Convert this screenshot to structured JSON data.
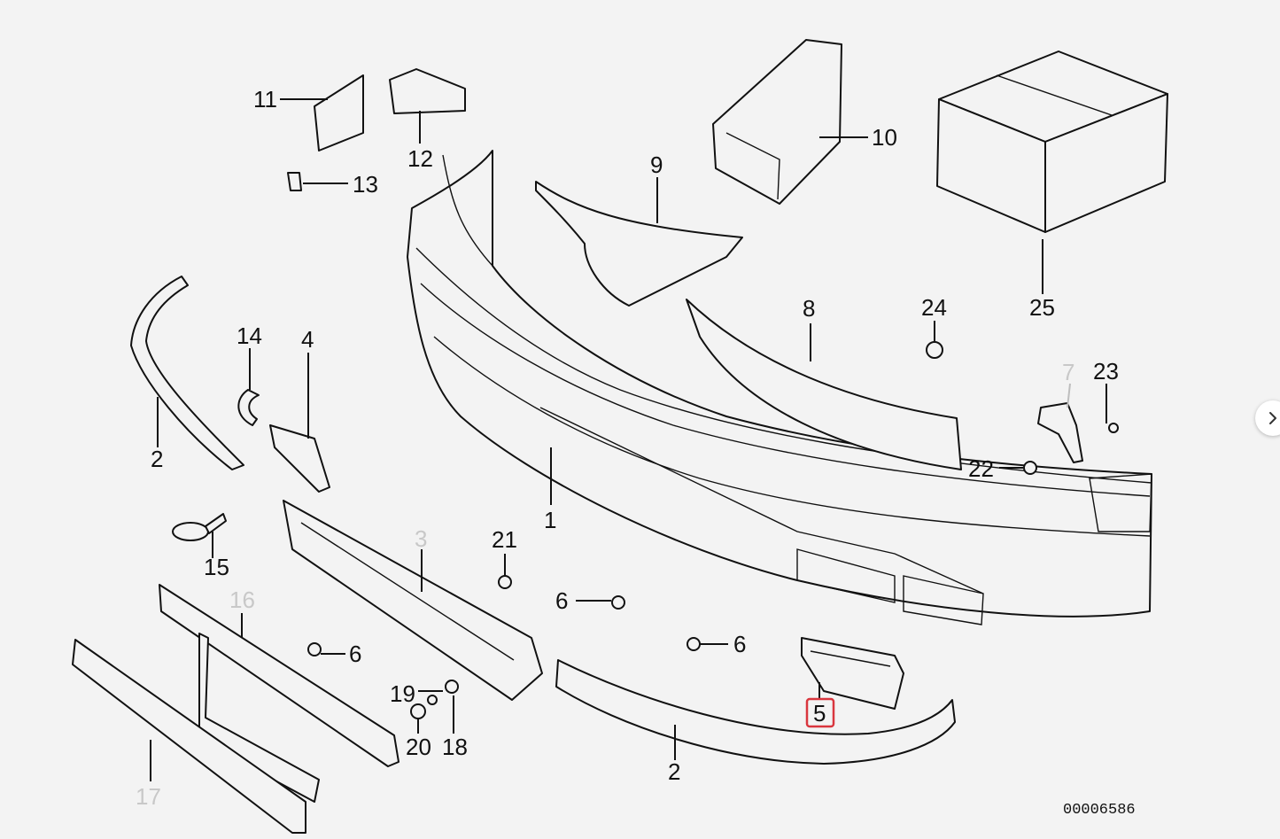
{
  "diagram": {
    "reference_number": "00006586",
    "highlighted_callout": "5",
    "callouts": {
      "c1": "1",
      "c2a": "2",
      "c2b": "2",
      "c3": "3",
      "c4": "4",
      "c5": "5",
      "c6a": "6",
      "c6b": "6",
      "c6c": "6",
      "c7": "7",
      "c8": "8",
      "c9": "9",
      "c10": "10",
      "c11": "11",
      "c12": "12",
      "c13": "13",
      "c14": "14",
      "c15": "15",
      "c16": "16",
      "c17": "17",
      "c18": "18",
      "c19": "19",
      "c20": "20",
      "c21": "21",
      "c22": "22",
      "c23": "23",
      "c24": "24",
      "c25": "25"
    }
  },
  "navigation": {
    "next_icon": "chevron-right-icon"
  }
}
